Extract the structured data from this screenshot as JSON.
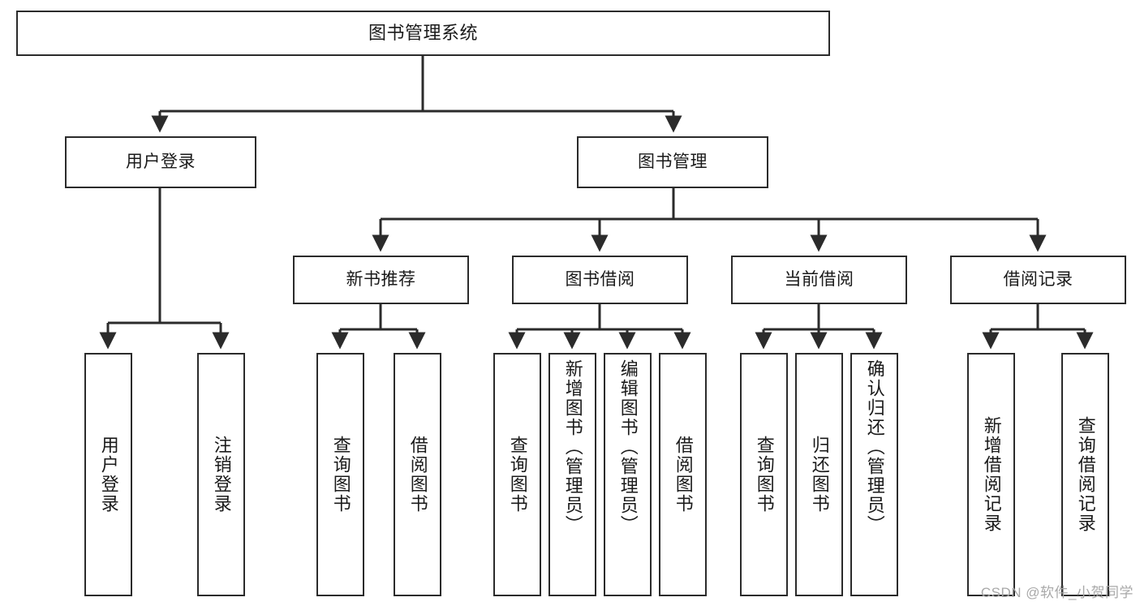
{
  "diagram": {
    "type": "tree",
    "title": "图书管理系统",
    "root": {
      "id": "root",
      "label": "图书管理系统"
    },
    "level2": [
      {
        "id": "user-login",
        "label": "用户登录"
      },
      {
        "id": "book-manage",
        "label": "图书管理"
      }
    ],
    "level3": [
      {
        "id": "new-book-recommend",
        "label": "新书推荐",
        "parent": "book-manage"
      },
      {
        "id": "book-borrow",
        "label": "图书借阅",
        "parent": "book-manage"
      },
      {
        "id": "current-borrow",
        "label": "当前借阅",
        "parent": "book-manage"
      },
      {
        "id": "borrow-record",
        "label": "借阅记录",
        "parent": "book-manage"
      }
    ],
    "leaves": [
      {
        "id": "leaf-user-login",
        "label": "用户登录",
        "parent": "user-login"
      },
      {
        "id": "leaf-user-logout",
        "label": "注销登录",
        "parent": "user-login"
      },
      {
        "id": "leaf-query-book-1",
        "label": "查询图书",
        "parent": "new-book-recommend"
      },
      {
        "id": "leaf-borrow-book-1",
        "label": "借阅图书",
        "parent": "new-book-recommend"
      },
      {
        "id": "leaf-query-book-2",
        "label": "查询图书",
        "parent": "book-borrow"
      },
      {
        "id": "leaf-add-book",
        "label": "新增图书（管理员）",
        "parent": "book-borrow"
      },
      {
        "id": "leaf-edit-book",
        "label": "编辑图书（管理员）",
        "parent": "book-borrow"
      },
      {
        "id": "leaf-borrow-book-2",
        "label": "借阅图书",
        "parent": "book-borrow"
      },
      {
        "id": "leaf-query-book-3",
        "label": "查询图书",
        "parent": "current-borrow"
      },
      {
        "id": "leaf-return-book",
        "label": "归还图书",
        "parent": "current-borrow"
      },
      {
        "id": "leaf-confirm-return",
        "label": "确认归还（管理员）",
        "parent": "current-borrow"
      },
      {
        "id": "leaf-add-record",
        "label": "新增借阅记录",
        "parent": "borrow-record"
      },
      {
        "id": "leaf-query-record",
        "label": "查询借阅记录",
        "parent": "borrow-record"
      }
    ]
  },
  "watermark": {
    "text": "CSDN @软件_小贺同学"
  },
  "colors": {
    "stroke": "#2b2b2b",
    "fill": "#ffffff",
    "text": "#1a1a1a",
    "watermark": "#a8a8a8"
  }
}
